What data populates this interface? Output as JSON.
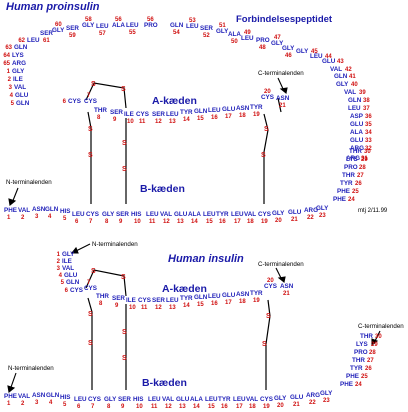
{
  "colors": {
    "residue": "#1d1db8",
    "number": "#d01010",
    "title": "#1a1aa8",
    "bond": "#000000"
  },
  "proinsulin": {
    "title": "Human proinsulin",
    "peptide_label": "Forbindelsespeptidet",
    "a_chain_label": "A-kæden",
    "b_chain_label": "B-kæden",
    "n_term_label": "N-terminalenden",
    "c_term_label": "C-terminalenden",
    "credit": "mtj 2/11.99",
    "connecting_peptide": [
      {
        "n": "63",
        "aa": "GLN"
      },
      {
        "n": "62",
        "aa": "LEU"
      },
      {
        "n": "61",
        "aa": "SER"
      },
      {
        "n": "60",
        "aa": "GLY"
      },
      {
        "n": "59",
        "aa": "SER"
      },
      {
        "n": "58",
        "aa": "GLY"
      },
      {
        "n": "57",
        "aa": "LEU"
      },
      {
        "n": "56",
        "aa": "ALA"
      },
      {
        "n": "55",
        "aa": "LEU"
      },
      {
        "n": "56",
        "aa": "PRO"
      },
      {
        "n": "54",
        "aa": "GLN"
      },
      {
        "n": "53",
        "aa": "LEU"
      },
      {
        "n": "52",
        "aa": "SER"
      },
      {
        "n": "51",
        "aa": "GLY"
      },
      {
        "n": "50",
        "aa": "ALA"
      },
      {
        "n": "49",
        "aa": "LEU"
      },
      {
        "n": "48",
        "aa": "PRO"
      },
      {
        "n": "47",
        "aa": "GLY"
      },
      {
        "n": "46",
        "aa": "GLY"
      },
      {
        "n": "45",
        "aa": "GLY"
      },
      {
        "n": "44",
        "aa": "LEU"
      },
      {
        "n": "43",
        "aa": "GLU"
      },
      {
        "n": "42",
        "aa": "VAL"
      },
      {
        "n": "41",
        "aa": "GLN"
      },
      {
        "n": "40",
        "aa": "GLY"
      },
      {
        "n": "39",
        "aa": "VAL"
      },
      {
        "n": "38",
        "aa": "GLN"
      },
      {
        "n": "37",
        "aa": "LEU"
      },
      {
        "n": "36",
        "aa": "ASP"
      },
      {
        "n": "35",
        "aa": "GLU"
      },
      {
        "n": "34",
        "aa": "ALA"
      },
      {
        "n": "33",
        "aa": "GLU"
      },
      {
        "n": "32",
        "aa": "ARG"
      },
      {
        "n": "31",
        "aa": "ARG"
      },
      {
        "n": "64",
        "aa": "LYS"
      },
      {
        "n": "65",
        "aa": "ARG"
      }
    ],
    "a_chain": [
      {
        "n": "1",
        "aa": "GLY"
      },
      {
        "n": "2",
        "aa": "ILE"
      },
      {
        "n": "3",
        "aa": "VAL"
      },
      {
        "n": "4",
        "aa": "GLU"
      },
      {
        "n": "5",
        "aa": "GLN"
      },
      {
        "n": "6",
        "aa": "CYS"
      },
      {
        "n": "7",
        "aa": "CYS"
      },
      {
        "n": "8",
        "aa": "THR"
      },
      {
        "n": "9",
        "aa": "SER"
      },
      {
        "n": "10",
        "aa": "ILE"
      },
      {
        "n": "11",
        "aa": "CYS"
      },
      {
        "n": "12",
        "aa": "SER"
      },
      {
        "n": "13",
        "aa": "LEU"
      },
      {
        "n": "14",
        "aa": "TYR"
      },
      {
        "n": "15",
        "aa": "GLN"
      },
      {
        "n": "16",
        "aa": "LEU"
      },
      {
        "n": "17",
        "aa": "GLU"
      },
      {
        "n": "18",
        "aa": "ASN"
      },
      {
        "n": "19",
        "aa": "TYR"
      },
      {
        "n": "20",
        "aa": "CYS"
      },
      {
        "n": "21",
        "aa": "ASN"
      }
    ],
    "b_chain": [
      {
        "n": "1",
        "aa": "PHE"
      },
      {
        "n": "2",
        "aa": "VAL"
      },
      {
        "n": "3",
        "aa": "ASN"
      },
      {
        "n": "4",
        "aa": "GLN"
      },
      {
        "n": "5",
        "aa": "HIS"
      },
      {
        "n": "6",
        "aa": "LEU"
      },
      {
        "n": "7",
        "aa": "CYS"
      },
      {
        "n": "8",
        "aa": "GLY"
      },
      {
        "n": "9",
        "aa": "SER"
      },
      {
        "n": "10",
        "aa": "HIS"
      },
      {
        "n": "11",
        "aa": "LEU"
      },
      {
        "n": "12",
        "aa": "VAL"
      },
      {
        "n": "13",
        "aa": "GLU"
      },
      {
        "n": "14",
        "aa": "ALA"
      },
      {
        "n": "15",
        "aa": "LEU"
      },
      {
        "n": "16",
        "aa": "TYR"
      },
      {
        "n": "17",
        "aa": "LEU"
      },
      {
        "n": "18",
        "aa": "VAL"
      },
      {
        "n": "19",
        "aa": "CYS"
      },
      {
        "n": "20",
        "aa": "GLY"
      },
      {
        "n": "21",
        "aa": "GLU"
      },
      {
        "n": "22",
        "aa": "ARG"
      },
      {
        "n": "23",
        "aa": "GLY"
      },
      {
        "n": "24",
        "aa": "PHE"
      },
      {
        "n": "25",
        "aa": "PHE"
      },
      {
        "n": "26",
        "aa": "TYR"
      },
      {
        "n": "27",
        "aa": "THR"
      },
      {
        "n": "28",
        "aa": "PRO"
      },
      {
        "n": "29",
        "aa": "LYS"
      },
      {
        "n": "30",
        "aa": "THR"
      }
    ]
  },
  "insulin": {
    "title": "Human insulin",
    "a_chain_label": "A-kæden",
    "b_chain_label": "B-kæden",
    "n_term_label_top": "N-terminalenden",
    "n_term_label_bottom": "N-terminalenden",
    "c_term_label": "C-terminalenden",
    "c_term_label_b": "C-terminalenden"
  },
  "sulfur_symbol": "S"
}
